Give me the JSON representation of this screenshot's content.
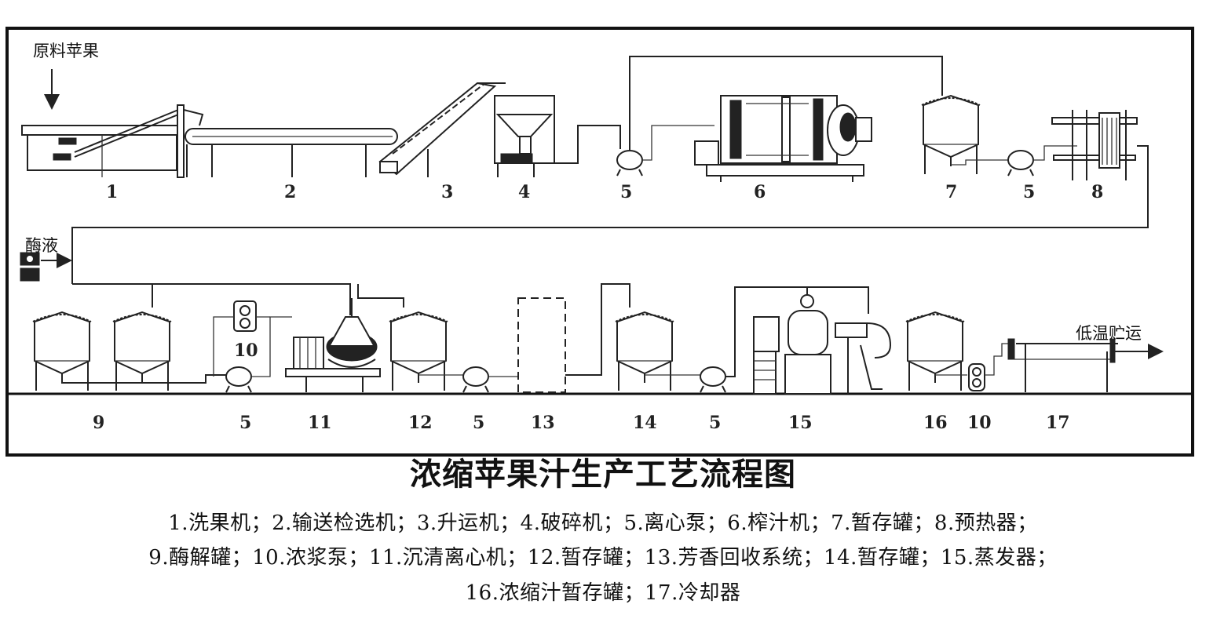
{
  "diagram": {
    "labels": {
      "raw_apple": "原料苹果",
      "enzyme_liquid": "酶液",
      "low_temp_storage": "低温贮运"
    },
    "numbers_row1": [
      "1",
      "2",
      "3",
      "4",
      "5",
      "6",
      "7",
      "5",
      "8"
    ],
    "numbers_row2": [
      "9",
      "5",
      "10",
      "11",
      "12",
      "5",
      "13",
      "14",
      "5",
      "15",
      "16",
      "10",
      "17"
    ],
    "pump_label_10": "10"
  },
  "title": "浓缩苹果汁生产工艺流程图",
  "legend": {
    "line1": "1.洗果机；2.输送检选机；3.升运机；4.破碎机；5.离心泵；6.榨汁机；7.暂存罐；8.预热器；",
    "line2": "9.酶解罐；10.浓浆泵；11.沉清离心机；12.暂存罐；13.芳香回收系统；14.暂存罐；15.蒸发器；",
    "line3": "16.浓缩汁暂存罐；17.冷却器"
  }
}
